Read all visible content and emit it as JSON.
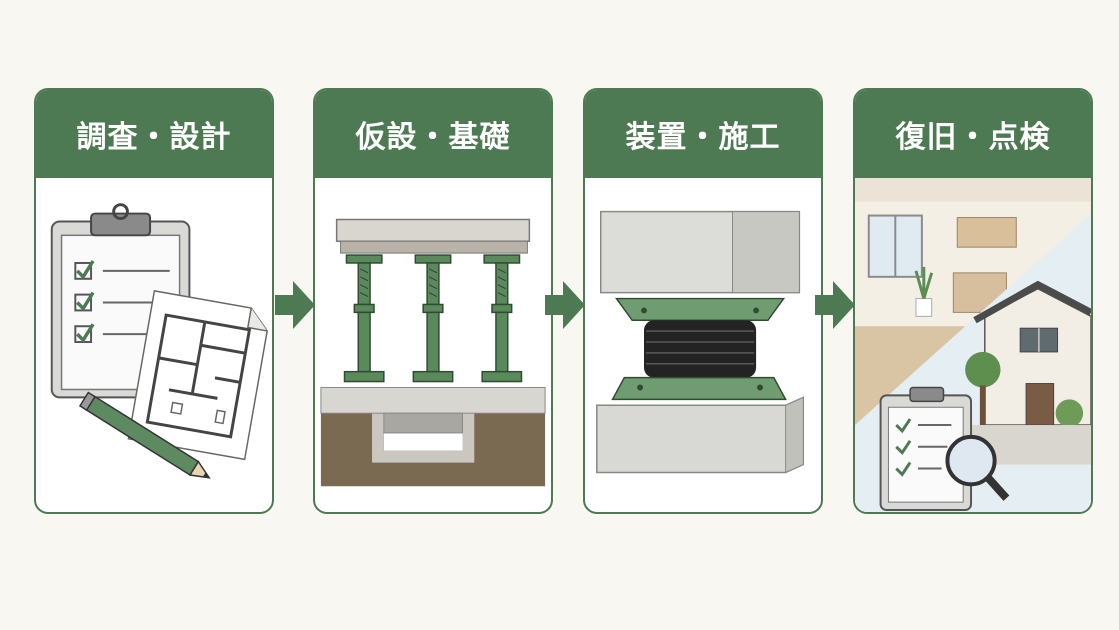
{
  "steps": [
    {
      "title": "調査・設計",
      "illustration": "clipboard-checklist-and-floor-plan"
    },
    {
      "title": "仮設・基礎",
      "illustration": "temporary-supports-and-foundation"
    },
    {
      "title": "装置・施工",
      "illustration": "seismic-isolation-bearing"
    },
    {
      "title": "復旧・点検",
      "illustration": "restored-house-and-inspection"
    }
  ],
  "colors": {
    "accent": "#4e7a53",
    "background": "#f8f7f1"
  }
}
